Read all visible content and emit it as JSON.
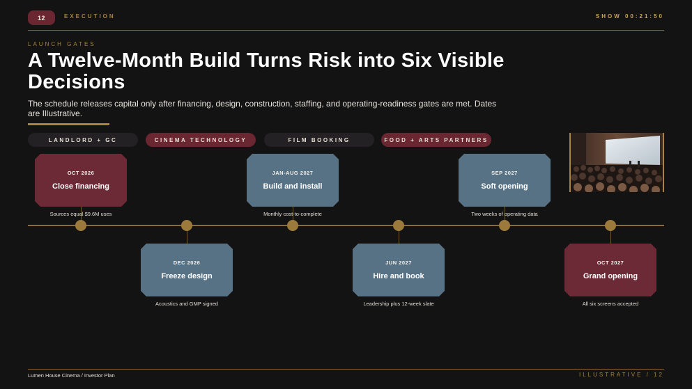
{
  "header": {
    "slide_number": "12",
    "section": "EXECUTION",
    "show_time": "SHOW 00:21:50"
  },
  "intro": {
    "kicker": "LAUNCH GATES",
    "title": "A Twelve-Month Build Turns Risk into Six Visible Decisions",
    "subtitle": "The schedule releases capital only after financing, design, construction, staffing, and operating-readiness gates are met. Dates are Illustrative."
  },
  "categories": [
    {
      "label": "LANDLORD + GC",
      "style": "dark"
    },
    {
      "label": "CINEMA TECHNOLOGY",
      "style": "red"
    },
    {
      "label": "FILM BOOKING",
      "style": "dark"
    },
    {
      "label": "FOOD + ARTS PARTNERS",
      "style": "red"
    }
  ],
  "milestones": [
    {
      "date": "OCT 2026",
      "name": "Close financing",
      "note": "Sources equal $9.6M uses",
      "position": "above",
      "color": "red"
    },
    {
      "date": "DEC 2026",
      "name": "Freeze design",
      "note": "Acoustics and GMP signed",
      "position": "below",
      "color": "blue"
    },
    {
      "date": "JAN-AUG 2027",
      "name": "Build and install",
      "note": "Monthly cost-to-complete",
      "position": "above",
      "color": "blue"
    },
    {
      "date": "JUN 2027",
      "name": "Hire and book",
      "note": "Leadership plus 12-week slate",
      "position": "below",
      "color": "blue"
    },
    {
      "date": "SEP 2027",
      "name": "Soft opening",
      "note": "Two weeks of operating data",
      "position": "above",
      "color": "blue"
    },
    {
      "date": "OCT 2027",
      "name": "Grand opening",
      "note": "All six screens accepted",
      "position": "below",
      "color": "red"
    }
  ],
  "footer": {
    "left": "Lumen House Cinema / Investor Plan",
    "right": "ILLUSTRATIVE / 12"
  },
  "colors": {
    "gold": "#a8843f",
    "burgundy": "#6b2a35",
    "steel_blue": "#587285",
    "background": "#141314"
  },
  "icons": {
    "photo": "cinema-audience-photo"
  }
}
